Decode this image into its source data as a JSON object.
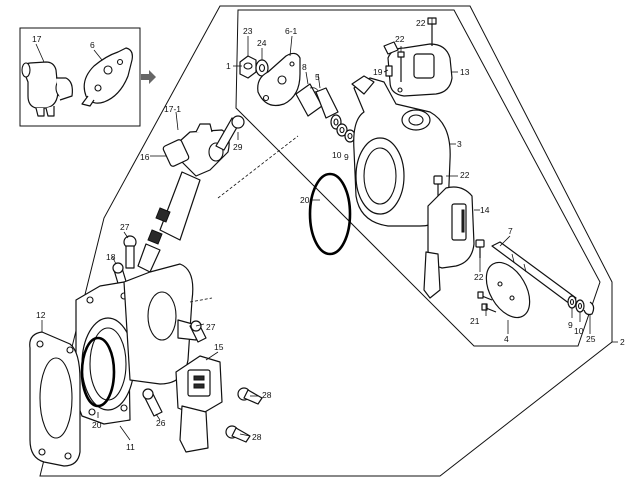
{
  "callouts": {
    "c17_inset": "17",
    "c6_inset": "6",
    "c23": "23",
    "c24": "24",
    "c6_1": "6-1",
    "c22_top": "22",
    "c22_b": "22",
    "c1": "1",
    "c8": "8",
    "c5": "5",
    "c19": "19",
    "c13": "13",
    "c17_1": "17-1",
    "c29": "29",
    "c16": "16",
    "c10_top": "10",
    "c9_top": "9",
    "c3": "3",
    "c22_mid": "22",
    "c20_center": "20",
    "c14": "14",
    "c27_top": "27",
    "c18": "18",
    "c7": "7",
    "c22_low": "22",
    "c12": "12",
    "c27_mid": "27",
    "c15": "15",
    "c21": "21",
    "c9_low": "9",
    "c10_low": "10",
    "c25": "25",
    "c2": "2",
    "c4": "4",
    "c28_top": "28",
    "c20_left": "20",
    "c26": "26",
    "c28_low": "28",
    "c11": "11"
  }
}
